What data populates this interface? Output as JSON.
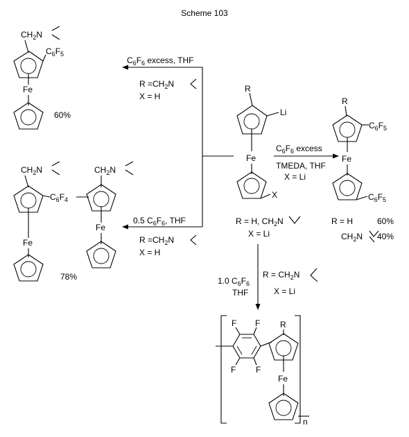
{
  "title": "Scheme 103",
  "colors": {
    "ink": "#000000",
    "background": "#ffffff"
  },
  "atoms": {
    "fe": "Fe",
    "li": "Li",
    "x": "X",
    "r": "R",
    "f": "F",
    "n": "n"
  },
  "groups": {
    "ch2n": [
      "CH",
      "2",
      "N"
    ],
    "c6f5": [
      "C",
      "6",
      "F",
      "5"
    ],
    "c6f4": [
      "C",
      "6",
      "F",
      "4"
    ]
  },
  "reactions": {
    "top_left": {
      "reagent": [
        "C",
        "6",
        "F",
        "6",
        " excess, THF"
      ],
      "r_condition": [
        "R =CH",
        "2",
        "N"
      ],
      "x_condition": "X = H",
      "yield": "60%"
    },
    "bottom_left": {
      "reagent": [
        "0.5 C",
        "6",
        "F",
        "6",
        ", THF"
      ],
      "r_condition": [
        "R =CH",
        "2",
        "N"
      ],
      "x_condition": "X = H",
      "yield": "78%"
    },
    "right": {
      "reagent": [
        "C",
        "6",
        "F",
        "6",
        " excess"
      ],
      "solvent": "TMEDA, THF",
      "x_condition": "X = Li",
      "yield_h": {
        "r": "R = H",
        "value": "60%"
      },
      "yield_amine": {
        "r": [
          "CH",
          "2",
          "N"
        ],
        "value": "40%"
      }
    },
    "down": {
      "reagent": [
        "1.0 C",
        "6",
        "F",
        "6"
      ],
      "solvent": "THF",
      "r_condition": [
        "R = CH",
        "2",
        "N"
      ],
      "x_condition": "X = Li"
    }
  },
  "starting_material": {
    "r_options": [
      "R = H, CH",
      "2",
      "N"
    ],
    "x_option": "X = Li"
  }
}
